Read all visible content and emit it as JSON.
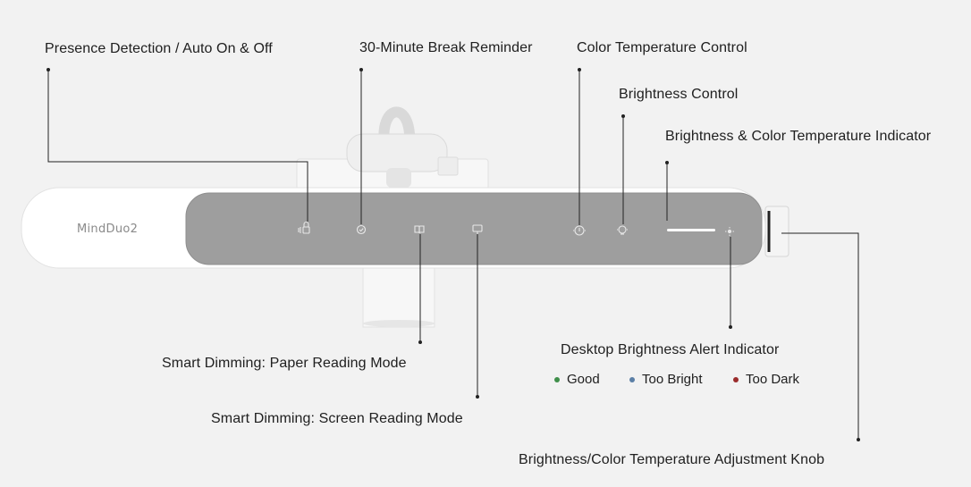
{
  "product": {
    "brand": "MindDuo2"
  },
  "labels": {
    "presence": "Presence Detection / Auto On & Off",
    "break_reminder": "30-Minute Break Reminder",
    "color_temp": "Color Temperature Control",
    "brightness": "Brightness Control",
    "indicator": "Brightness & Color Temperature Indicator",
    "paper_mode": "Smart Dimming: Paper Reading Mode",
    "screen_mode": "Smart Dimming: Screen Reading Mode",
    "desk_alert": "Desktop Brightness Alert Indicator",
    "knob": "Brightness/Color Temperature Adjustment Knob"
  },
  "legend": [
    {
      "label": "Good",
      "color": "#3f8f4a"
    },
    {
      "label": "Too Bright",
      "color": "#5b7fa6"
    },
    {
      "label": "Too Dark",
      "color": "#9a2b2b"
    }
  ]
}
